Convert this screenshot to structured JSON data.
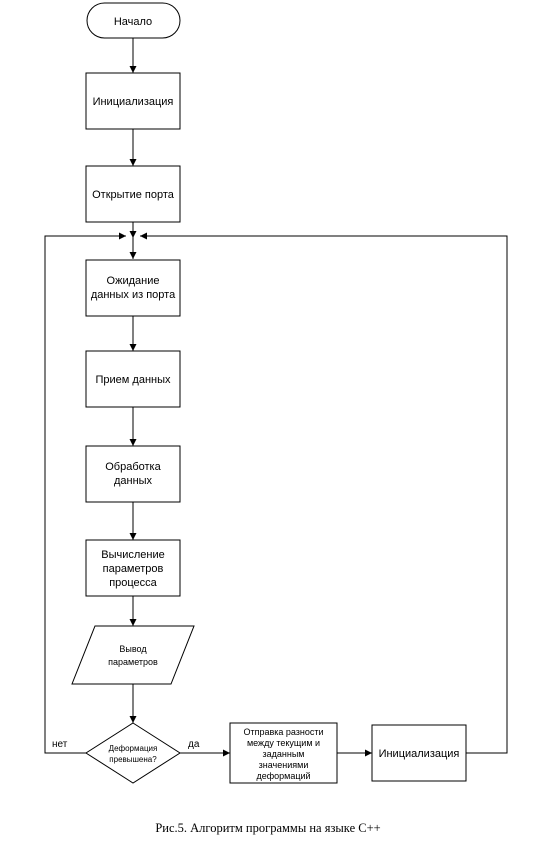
{
  "diagram": {
    "nodes": {
      "start": {
        "lines": [
          "Начало"
        ]
      },
      "init1": {
        "lines": [
          "Инициализация"
        ]
      },
      "open_port": {
        "lines": [
          "Открытие порта"
        ]
      },
      "wait_data": {
        "lines": [
          "Ожидание",
          "данных из порта"
        ]
      },
      "receive": {
        "lines": [
          "Прием данных"
        ]
      },
      "process": {
        "lines": [
          "Обработка",
          "данных"
        ]
      },
      "compute": {
        "lines": [
          "Вычисление",
          "параметров",
          "процесса"
        ]
      },
      "output": {
        "lines": [
          "Вывод",
          "параметров"
        ]
      },
      "decision": {
        "lines": [
          "Деформация",
          "превышена?"
        ]
      },
      "send_diff": {
        "lines": [
          "Отправка разности",
          "между текущим и",
          "заданным",
          "значениями",
          "деформаций"
        ]
      },
      "init2": {
        "lines": [
          "Инициализация"
        ]
      }
    },
    "branch_labels": {
      "no": "нет",
      "yes": "да"
    },
    "caption": "Рис.5. Алгоритм программы на языке С++"
  }
}
